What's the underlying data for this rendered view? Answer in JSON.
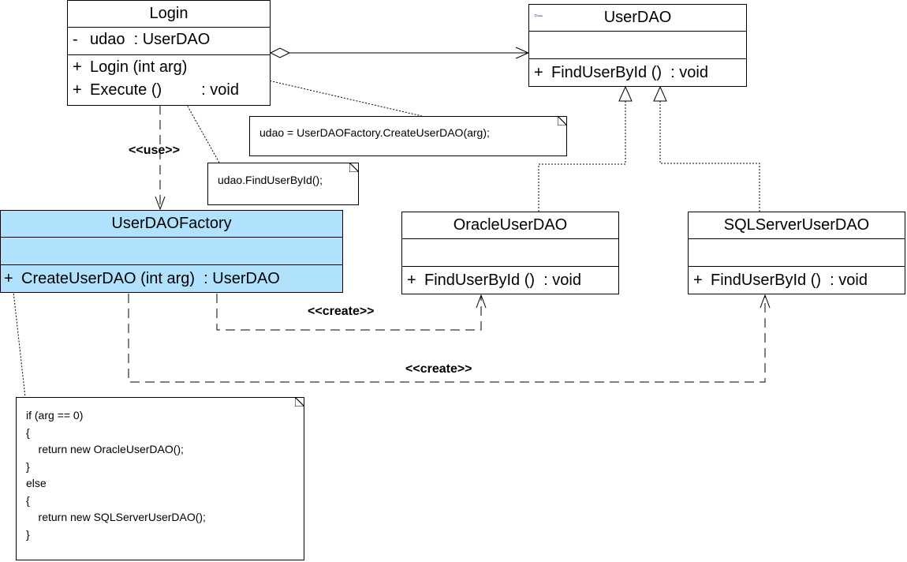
{
  "classes": {
    "login": {
      "name": "Login",
      "attributes": [
        {
          "vis": "-",
          "text": "udao  : UserDAO"
        }
      ],
      "operations": [
        {
          "vis": "+",
          "text": "Login (int arg)"
        },
        {
          "vis": "+",
          "text": "Execute ()         : void"
        }
      ]
    },
    "userdao": {
      "name": "UserDAO",
      "icon": "interface-icon",
      "operations": [
        {
          "vis": "+",
          "text": "FindUserById ()  : void"
        }
      ]
    },
    "factory": {
      "name": "UserDAOFactory",
      "fill": "#b0e2fe",
      "operations": [
        {
          "vis": "+",
          "text": "CreateUserDAO (int arg)  : UserDAO"
        }
      ]
    },
    "oracle": {
      "name": "OracleUserDAO",
      "operations": [
        {
          "vis": "+",
          "text": "FindUserById ()  : void"
        }
      ]
    },
    "sqlserver": {
      "name": "SQLServerUserDAO",
      "operations": [
        {
          "vis": "+",
          "text": "FindUserById ()  : void"
        }
      ]
    }
  },
  "notes": {
    "create_call": "udao = UserDAOFactory.CreateUserDAO(arg);",
    "find_call": "udao.FindUserById();",
    "factory_code": [
      "if (arg == 0)",
      "{",
      "    return new OracleUserDAO();",
      "}",
      "else",
      "{",
      "    return new SQLServerUserDAO();",
      "}"
    ]
  },
  "stereotypes": {
    "use": "<<use>>",
    "create_oracle": "<<create>>",
    "create_sql": "<<create>>"
  }
}
